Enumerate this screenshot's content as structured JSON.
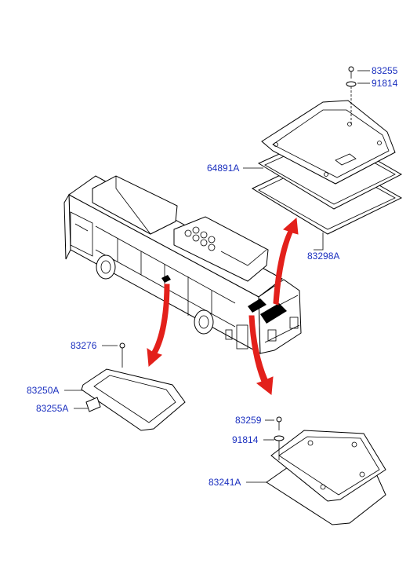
{
  "diagram": {
    "part_labels": [
      {
        "id": "p83255_top",
        "text": "83255"
      },
      {
        "id": "p91814_top",
        "text": "91814"
      },
      {
        "id": "p64891A",
        "text": "64891A"
      },
      {
        "id": "p83298A",
        "text": "83298A"
      },
      {
        "id": "p83276",
        "text": "83276"
      },
      {
        "id": "p83250A",
        "text": "83250A"
      },
      {
        "id": "p83255A",
        "text": "83255A"
      },
      {
        "id": "p83259",
        "text": "83259"
      },
      {
        "id": "p91814_bot",
        "text": "91814"
      },
      {
        "id": "p83241A",
        "text": "83241A"
      }
    ],
    "colors": {
      "label": "#1a2fbf",
      "arrow": "#e3201b",
      "line": "#000000"
    }
  }
}
